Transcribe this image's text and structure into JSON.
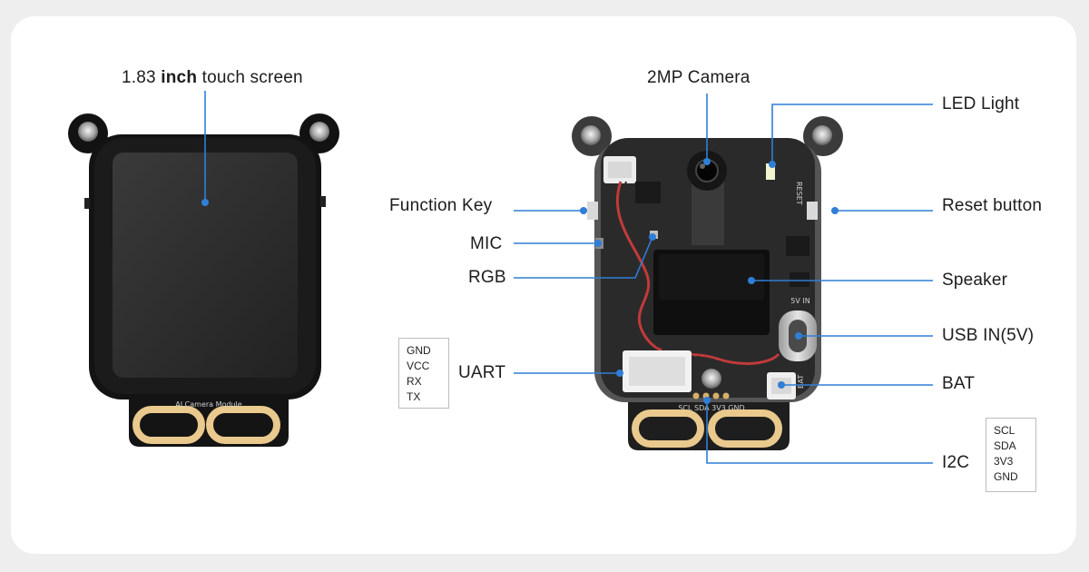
{
  "colors": {
    "accent": "#2f7fd6",
    "board": "#2a2a2a",
    "gold_pad": "#e9c98d"
  },
  "screen_module": {
    "callout": {
      "prefix": "1.83 ",
      "bold": "inch",
      "suffix": " touch screen"
    },
    "silkscreen": "AI Camera Module"
  },
  "main_board": {
    "labels": {
      "camera": "2MP Camera",
      "led": "LED Light",
      "function_key": "Function Key",
      "reset": "Reset button",
      "mic": "MIC",
      "rgb": "RGB",
      "speaker": "Speaker",
      "usb": "USB IN(5V)",
      "uart": "UART",
      "bat": "BAT",
      "i2c": "I2C"
    },
    "silkscreen": {
      "i2c_pins": "SCL SDA 3V3 GND",
      "usb": "5V IN",
      "bat": "BAT",
      "reset": "RESET"
    }
  },
  "uart_pins": [
    "GND",
    "VCC",
    "RX",
    "TX"
  ],
  "i2c_pins": [
    "SCL",
    "SDA",
    "3V3",
    "GND"
  ]
}
